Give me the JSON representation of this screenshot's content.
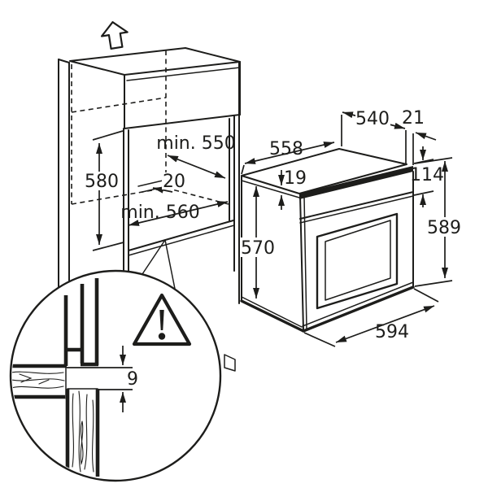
{
  "dimensions": {
    "cabinet": {
      "niche_height": "580",
      "niche_depth_min": "min. 550",
      "rear_gap": "20",
      "niche_width_min": "min. 560"
    },
    "oven": {
      "top_width": "558",
      "top_depth": "540",
      "rear_edge_offset": "21",
      "top_recess": "19",
      "control_panel_height": "114",
      "side_height": "570",
      "total_height": "589",
      "front_width": "594"
    },
    "detail": {
      "ventilation_gap": "9"
    }
  },
  "icons": {
    "extraction_direction": "up-arrow-icon",
    "caution": "warning-triangle-icon"
  },
  "colors": {
    "line": "#1d1d1b",
    "background": "#ffffff"
  }
}
